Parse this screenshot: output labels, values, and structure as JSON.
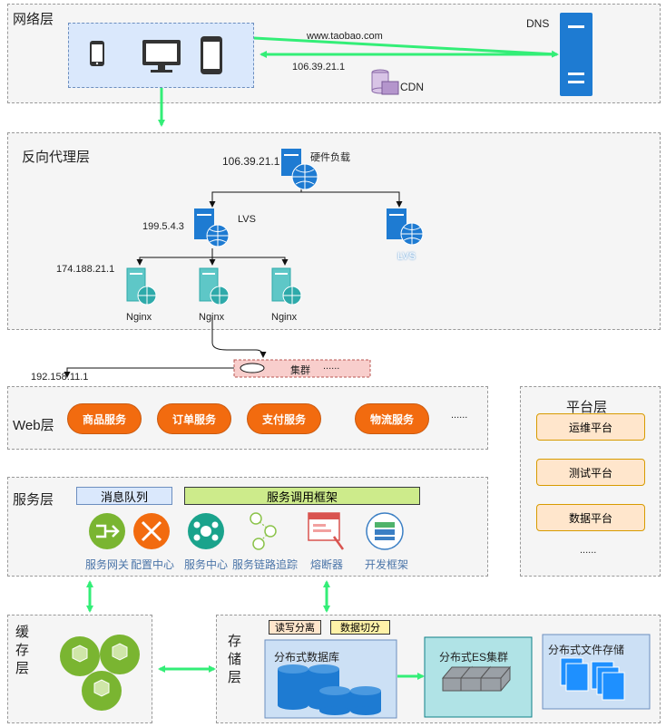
{
  "network_layer": {
    "title": "网络层",
    "dns_label": "DNS",
    "url": "www.taobao.com",
    "ip": "106.39.21.1",
    "cdn_label": "CDN"
  },
  "proxy_layer": {
    "title": "反向代理层",
    "hw_ip": "106.39.21.1",
    "hw_label": "硬件负载",
    "lvs_ip": "199.5.4.3",
    "lvs_label": "LVS",
    "lvs_label_2": "LVS",
    "nginx_ip": "174.188.21.1",
    "nginx_labels": [
      "Nginx",
      "Nginx",
      "Nginx"
    ]
  },
  "cluster": {
    "label": "集群",
    "dots": "......",
    "ip": "192.158.11.1"
  },
  "web_layer": {
    "title": "Web层",
    "services": [
      "商品服务",
      "订单服务",
      "支付服务",
      "物流服务"
    ],
    "more": "......"
  },
  "platform_layer": {
    "title": "平台层",
    "items": [
      "运维平台",
      "测试平台",
      "数据平台"
    ],
    "more": "......"
  },
  "service_layer": {
    "title": "服务层",
    "mq_label": "消息队列",
    "rpc_label": "服务调用框架",
    "components": [
      "服务网关",
      "配置中心",
      "服务中心",
      "服务链路追踪",
      "熔断器",
      "开发框架"
    ]
  },
  "cache_layer": {
    "title": "缓存层"
  },
  "storage_layer": {
    "title": "存储层",
    "tags": [
      "读写分离",
      "数据切分"
    ],
    "db_label": "分布式数据库",
    "es_label": "分布式ES集群",
    "fs_label": "分布式文件存储"
  },
  "colors": {
    "arrow_green": "#33ee77",
    "server_blue": "#1e7bd2",
    "pill_orange": "#f26b0f",
    "platform_fill": "#ffe6cc",
    "network_fill": "#dae8fc",
    "nginx_teal": "#2eaaaa"
  }
}
